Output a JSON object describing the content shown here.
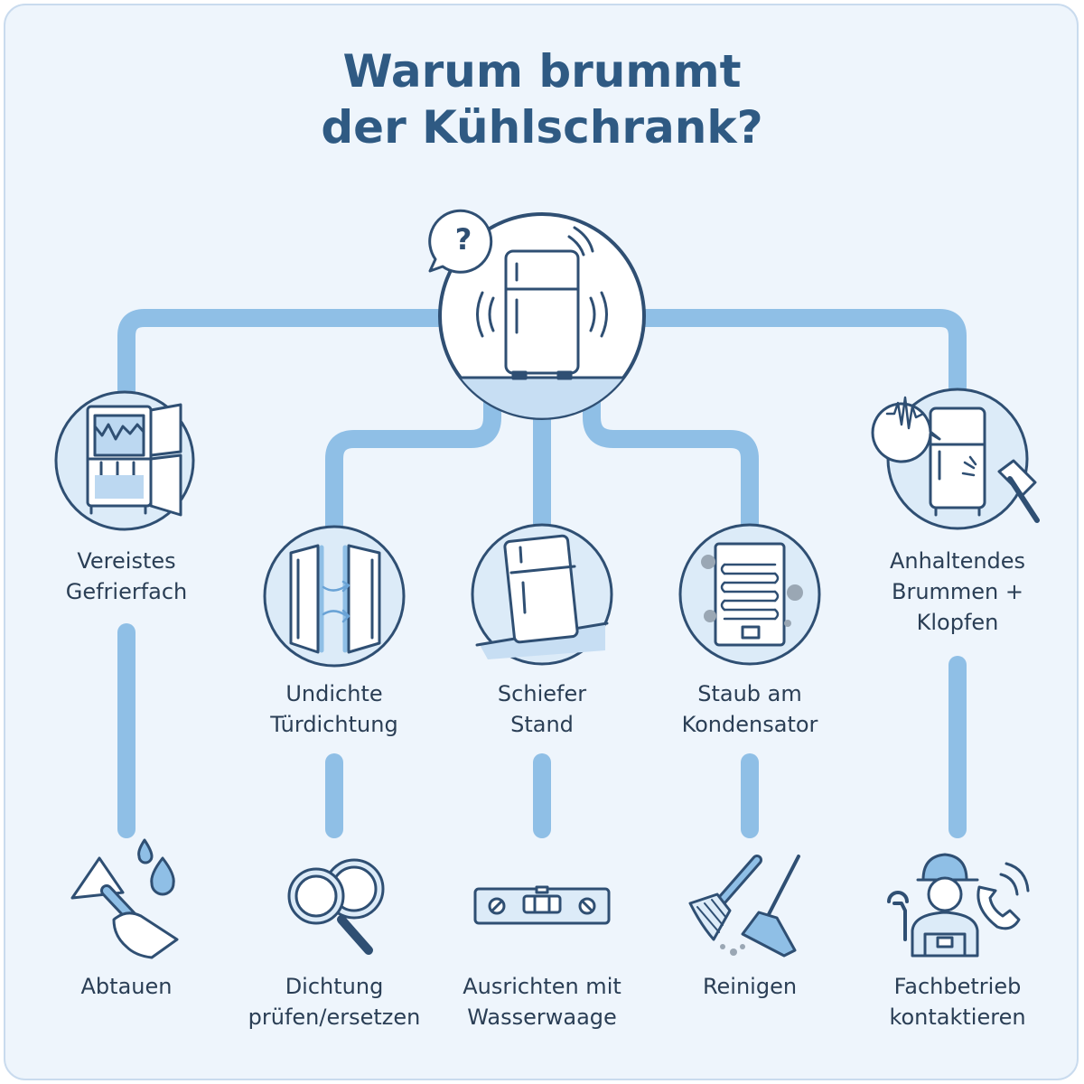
{
  "title": {
    "line1": "Warum brummt",
    "line2": "der Kühlschrank?"
  },
  "colors": {
    "connector": "#8fbfe6",
    "outline": "#2f4f73",
    "fill_light": "#dcebf8",
    "title": "#2f5a83",
    "text": "#2a3e55"
  },
  "center_icon": "humming-fridge-question-icon",
  "causes": [
    {
      "icon": "iced-freezer-icon",
      "label_lines": [
        "Vereistes",
        "Gefrierfach"
      ]
    },
    {
      "icon": "door-seal-icon",
      "label_lines": [
        "Undichte",
        "Türdichtung"
      ]
    },
    {
      "icon": "tilted-fridge-icon",
      "label_lines": [
        "Schiefer",
        "Stand"
      ]
    },
    {
      "icon": "dusty-condenser-icon",
      "label_lines": [
        "Staub am",
        "Kondensator"
      ]
    },
    {
      "icon": "fridge-knocking-icon",
      "label_lines": [
        "Anhaltendes",
        "Brummen +",
        "Klopfen"
      ]
    }
  ],
  "solutions": [
    {
      "icon": "scraper-hand-icon",
      "label_lines": [
        "Abtauen"
      ]
    },
    {
      "icon": "magnifier-seal-icon",
      "label_lines": [
        "Dichtung",
        "prüfen/ersetzen"
      ]
    },
    {
      "icon": "spirit-level-icon",
      "label_lines": [
        "Ausrichten mit",
        "Wasserwaage"
      ]
    },
    {
      "icon": "broom-vacuum-icon",
      "label_lines": [
        "Reinigen"
      ]
    },
    {
      "icon": "technician-phone-icon",
      "label_lines": [
        "Fachbetrieb",
        "kontaktieren"
      ]
    }
  ]
}
